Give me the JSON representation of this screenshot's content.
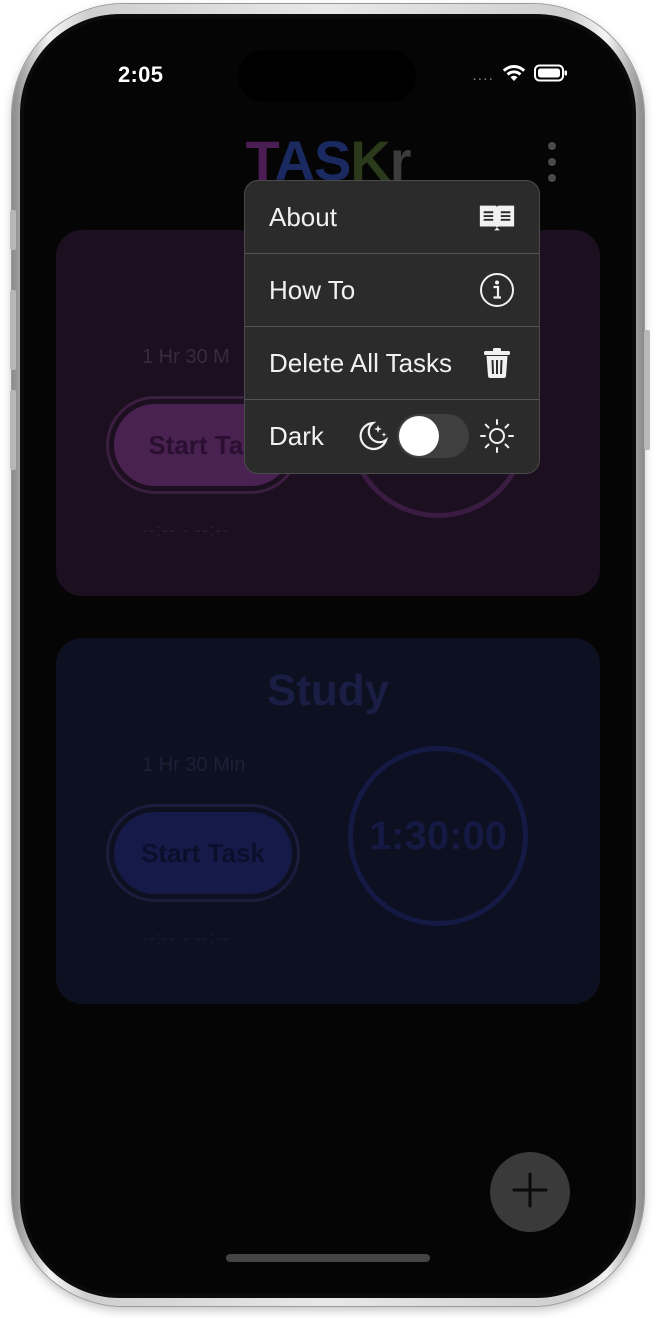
{
  "status_bar": {
    "time": "2:05",
    "signal": "....",
    "icons": [
      "wifi-icon",
      "battery-icon"
    ]
  },
  "app": {
    "title_parts": [
      "T",
      "A",
      "S",
      "K",
      "r"
    ]
  },
  "tasks": [
    {
      "title": "Ans",
      "duration": "1 Hr 30 M",
      "start_label": "Start Tas",
      "timer": "",
      "times": "--:-- - --:--"
    },
    {
      "title": "Study",
      "duration": "1 Hr 30 Min",
      "start_label": "Start Task",
      "timer": "1:30:00",
      "times": "--:-- - --:--"
    }
  ],
  "menu": {
    "items": [
      {
        "label": "About",
        "icon": "book-icon"
      },
      {
        "label": "How To",
        "icon": "info-icon"
      },
      {
        "label": "Delete All Tasks",
        "icon": "trash-icon"
      },
      {
        "label": "Dark",
        "icon": "moon-stars-icon",
        "trailing_icon": "sun-icon",
        "toggle_on": false
      }
    ]
  },
  "fab": {
    "icon": "plus-icon"
  }
}
